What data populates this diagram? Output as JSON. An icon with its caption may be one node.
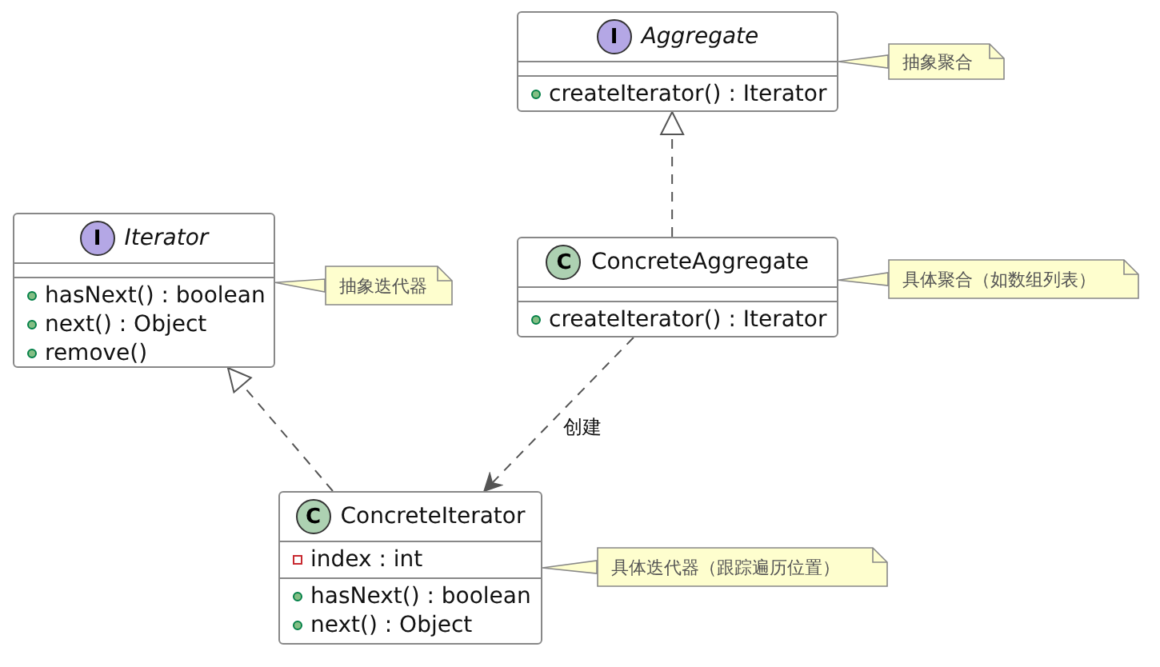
{
  "diagram": {
    "nodes": [
      {
        "text": [
          "I",
          "Aggregate",
          "createIterator() : Iterator"
        ]
      },
      {
        "text": [
          "抽象聚合"
        ]
      },
      {
        "text": [
          "I",
          "Iterator",
          "hasNext() : boolean",
          "next() : Object",
          "remove()"
        ]
      },
      {
        "text": [
          "抽象迭代器"
        ]
      },
      {
        "text": [
          "C",
          "ConcreteAggregate",
          "createIterator() : Iterator"
        ]
      },
      {
        "text": [
          "具体聚合（如数组列表）"
        ]
      },
      {
        "text": [
          "C",
          "ConcreteIterator",
          "index : int",
          "hasNext() : boolean",
          "next() : Object"
        ]
      },
      {
        "text": [
          "具体迭代器（跟踪遍历位置）"
        ]
      }
    ],
    "edges": [
      {
        "from": 4,
        "to": 0,
        "arrow": "to",
        "style": "dashed"
      },
      {
        "from": 6,
        "to": 2,
        "arrow": "to",
        "style": "dashed"
      },
      {
        "from": 4,
        "to": 6,
        "arrow": "to",
        "style": "dashed",
        "label": "创建"
      },
      {
        "from": 1,
        "to": 0,
        "arrow": "none"
      },
      {
        "from": 3,
        "to": 2,
        "arrow": "none"
      },
      {
        "from": 5,
        "to": 4,
        "arrow": "none"
      },
      {
        "from": 7,
        "to": 6,
        "arrow": "none"
      }
    ]
  }
}
